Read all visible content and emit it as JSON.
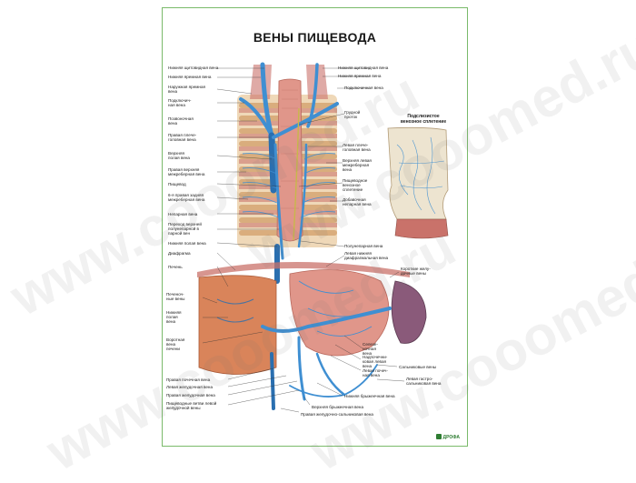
{
  "poster": {
    "title": "ВЕНЫ ПИЩЕВОДА",
    "inset_title": "Подслизистое\nвенозное сплетение",
    "brand": "ДРОФА"
  },
  "watermark": {
    "text": "www.cooomed.ru"
  },
  "labels_left": [
    "Нижняя щитовидная вена",
    "Нижняя яремная вена",
    "Наружная яремная\nвена",
    "Подключич-\nная вена",
    "Позвоночная\nвена",
    "Правая плече-\nголовная вена",
    "Верхняя\nполая вена",
    "Правая верхняя\nмежреберная вена",
    "Пищевод",
    "6-я правая задняя\nмежреберная вена",
    "Непарная вена",
    "Переход верхней\nполунепарной в\nпарной вен",
    "Нижняя полая вена",
    "Диафрагма",
    "Печень",
    "Печеноч-\nные вены",
    "Нижняя\nполая\nвена",
    "Воротная\nвена\nпечени",
    "Правая почечная вена",
    "Левая желудочная вена",
    "Правая желудочная вена",
    "Пищеводные ветви левой\nжелудочной вены"
  ],
  "labels_right": [
    "Нижняя щитовидная вена",
    "Нижняя яремная вена",
    "Подключичная вена",
    "Грудной\nпроток",
    "Левая плече-\nголовная вена",
    "Верхняя левая\nмежреберная\nвена",
    "Пищеводное\nвенозное\nсплетение",
    "Добавочная\nнепарная вена",
    "Полунепарная вена",
    "Левая нижняя\nдиафрагмальная вена",
    "Короткие желу-\nдочные вены",
    "Селезе-\nночная\nвена",
    "Надпочечни-\nковая левая\nвена",
    "Левая почеч-\nная вена",
    "Сальниковые вены",
    "Левая гастро-\nсальниковая вена",
    "Нижняя брыжеечная вена",
    "Верхняя брыжеечная вена",
    "Правая желудочно-сальниковая вена"
  ],
  "colors": {
    "vein_blue": "#3f8fd2",
    "vein_dark": "#2a6fb0",
    "vertebra": "#e8c9a0",
    "muscle": "#c9726a",
    "liver": "#d9845a",
    "esophagus": "#e0968a",
    "frame_green": "#7aba6a"
  }
}
